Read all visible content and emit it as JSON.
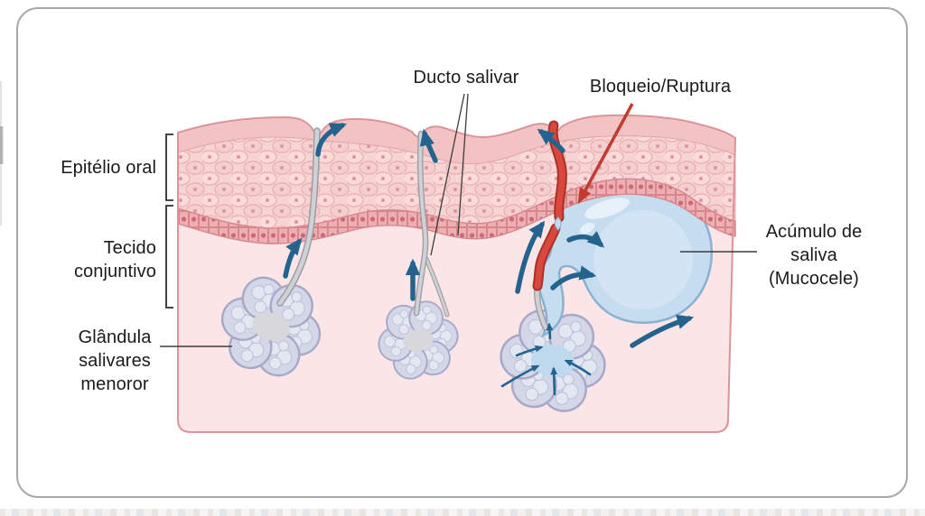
{
  "figure": {
    "type": "medical-illustration",
    "subject": "mucocele-formation-oral-mucosa"
  },
  "labels": {
    "salivary_duct": "Ducto salivar",
    "blockage_rupture": "Bloqueio/Ruptura",
    "oral_epithelium": "Epitélio oral",
    "connective_tissue": [
      "Tecido",
      "conjuntivo"
    ],
    "minor_salivary_glands": [
      "Glândula",
      "salivares",
      "menoror"
    ],
    "saliva_accumulation": [
      "Acúmulo de",
      "saliva",
      "(Mucocele)"
    ]
  },
  "colors": {
    "text": "#1b1b1b",
    "frame_border": "#a8a8a8",
    "surface_pink": "#f3c3c4",
    "epithelium_pink": "#f7d3d3",
    "basal_pink": "#eda9ac",
    "connective_pink": "#fbe5e7",
    "tissue_outline": "#db9598",
    "gland_lavender": "#d3d7e7",
    "gland_outline": "#a7a9c8",
    "duct_gray": "#d0d1d5",
    "mucocele_blue": "#c6dcef",
    "mucocele_outline": "#8ab1d3",
    "arrow_blue": "#25638f",
    "blockage_red": "#d8483c",
    "pointer_red": "#c23b31"
  }
}
